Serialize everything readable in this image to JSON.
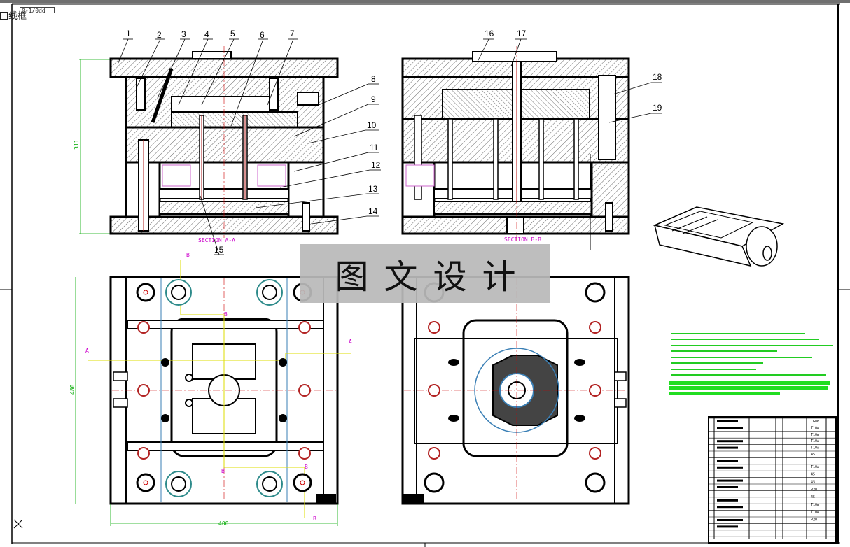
{
  "tab": {
    "name": "0-1/0dd"
  },
  "view": {
    "label": "线框"
  },
  "watermark": {
    "text": "图文设计"
  },
  "part_numbers": [
    "1",
    "2",
    "3",
    "4",
    "5",
    "6",
    "7",
    "8",
    "9",
    "10",
    "11",
    "12",
    "13",
    "14",
    "15",
    "16",
    "17",
    "18",
    "19"
  ],
  "sections": {
    "a": "SECTION A-A",
    "b": "SECTION B-B"
  },
  "dimensions": {
    "height": "311",
    "width": "480",
    "depth": "400"
  },
  "cut_marks": {
    "a": "A",
    "b": "B"
  },
  "title_block": {
    "materials": [
      "CGWP",
      "T10A",
      "T10A",
      "T10A",
      "T10A",
      "45",
      "T10A",
      "45",
      "45",
      "P20",
      "45",
      "T10A",
      "T10A",
      "P20"
    ]
  },
  "colors": {
    "outline": "#000000",
    "hatch": "#555555",
    "dimension": "#00bb00",
    "section": "#cc00cc",
    "center": "#cc0000",
    "guide": "#dddd00",
    "screw": "#b22222",
    "cooling": "#3a7fb5"
  }
}
